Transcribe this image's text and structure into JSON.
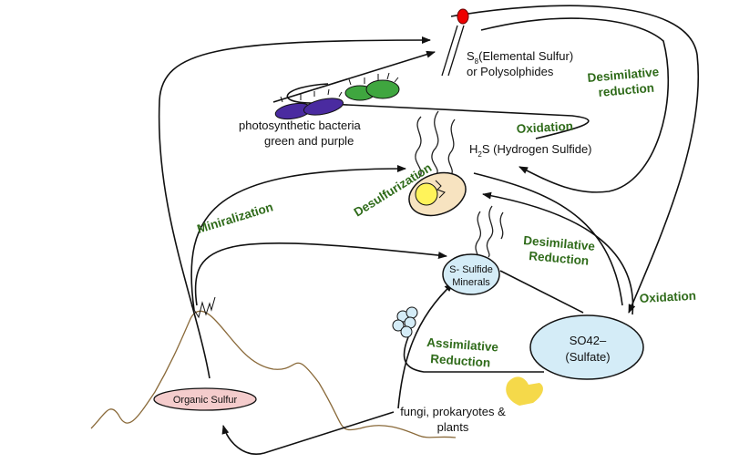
{
  "nodes": {
    "elemental_sulfur_line1": "S",
    "elemental_sulfur_sub": "8",
    "elemental_sulfur_line1_rest": "(Elemental Sulfur)",
    "elemental_sulfur_line2": "or Polysolphides",
    "bacteria_line1": "photosynthetic bacteria",
    "bacteria_line2": "green and purple",
    "h2s_h": "H",
    "h2s_sub": "2",
    "h2s_rest": "S (Hydrogen Sulfide)",
    "sulfide_line1": "S-  Sulfide",
    "sulfide_line2": "Minerals",
    "sulfate_line1": "SO42–",
    "sulfate_line2": "(Sulfate)",
    "organic_sulfur": "Organic Sulfur",
    "organisms_line1": "fungi, prokaryotes &",
    "organisms_line2": "plants"
  },
  "processes": {
    "desimilative_reduction_top_1": "Desimilative",
    "desimilative_reduction_top_2": "reduction",
    "oxidation_top": "Oxidation",
    "desulfurization": "Desulfurization",
    "miniralization": "Miniralization",
    "desimilative_reduction_mid_1": "Desimilative",
    "desimilative_reduction_mid_2": "Reduction",
    "oxidation_right": "Oxidation",
    "assimilative_1": "Assimilative",
    "assimilative_2": "Reduction"
  },
  "colors": {
    "process_label": "#2f6b1a",
    "sulfate_fill": "#d4ecf7",
    "organic_fill": "#f4cccc",
    "ground": "#8a6a3a"
  }
}
